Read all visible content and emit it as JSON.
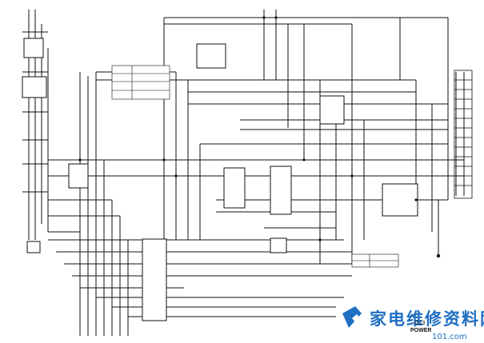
{
  "diagram": {
    "page_number": "G13",
    "page_title": "POWER"
  },
  "watermark": {
    "text": "家电维修资料网",
    "url_fragment": "101.com"
  },
  "colors": {
    "ink": "#111111",
    "watermark": "#1f6fc2",
    "paper": "#ffffff"
  },
  "icons": {
    "logo": "wrench-logo-icon"
  }
}
